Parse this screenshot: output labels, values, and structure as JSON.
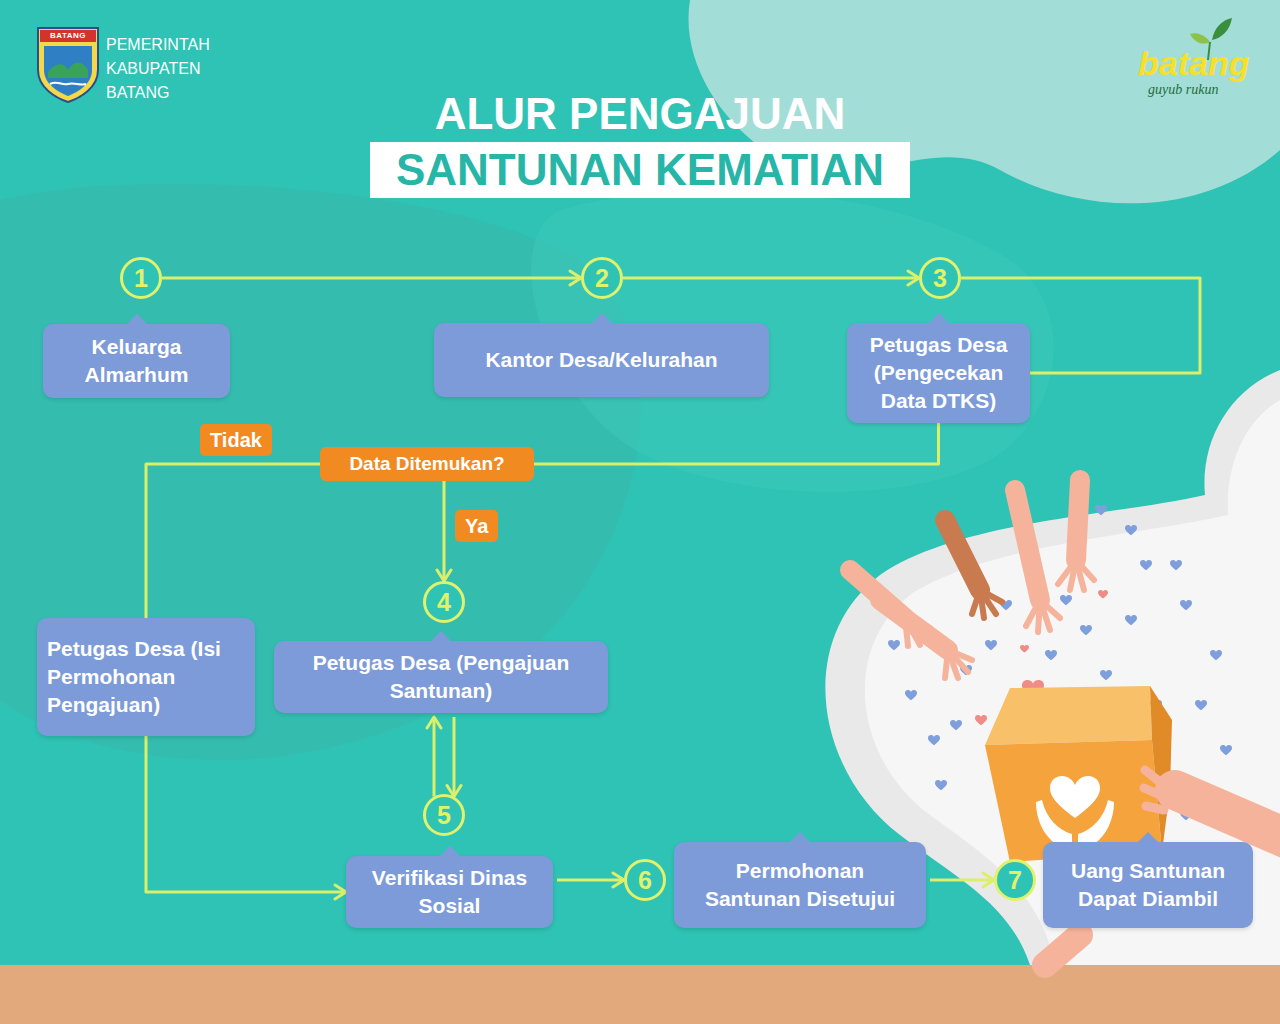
{
  "diagram": {
    "title": "ALUR PENGAJUAN SANTUNAN KEMATIAN",
    "nodes": [
      {
        "text": [
          "1"
        ]
      },
      {
        "text": [
          "Keluarga Almarhum"
        ]
      },
      {
        "text": [
          "2"
        ]
      },
      {
        "text": [
          "Kantor Desa/Kelurahan"
        ]
      },
      {
        "text": [
          "3"
        ]
      },
      {
        "text": [
          "Petugas Desa (Pengecekan Data DTKS)"
        ]
      },
      {
        "text": [
          "Data Ditemukan?"
        ]
      },
      {
        "text": [
          "Petugas Desa (Isi Permohonan Pengajuan)"
        ]
      },
      {
        "text": [
          "4"
        ]
      },
      {
        "text": [
          "Petugas Desa (Pengajuan Santunan)"
        ]
      },
      {
        "text": [
          "5"
        ]
      },
      {
        "text": [
          "Verifikasi Dinas Sosial"
        ]
      },
      {
        "text": [
          "6"
        ]
      },
      {
        "text": [
          "Permohonan Santunan Disetujui"
        ]
      },
      {
        "text": [
          "7"
        ]
      },
      {
        "text": [
          "Uang Santunan Dapat Diambil"
        ]
      }
    ],
    "edges": [
      {
        "from": 0,
        "to": 2,
        "arrow": "to"
      },
      {
        "from": 2,
        "to": 4,
        "arrow": "to"
      },
      {
        "from": 4,
        "to": 5,
        "arrow": "none"
      },
      {
        "from": 5,
        "to": 6,
        "arrow": "none"
      },
      {
        "from": 6,
        "to": 7,
        "label": "Tidak",
        "arrow": "none"
      },
      {
        "from": 6,
        "to": 8,
        "label": "Ya",
        "arrow": "to"
      },
      {
        "from": 9,
        "to": 10,
        "arrow": "to"
      },
      {
        "from": 10,
        "to": 9,
        "arrow": "to"
      },
      {
        "from": 7,
        "to": 11,
        "arrow": "to"
      },
      {
        "from": 11,
        "to": 12,
        "arrow": "to"
      },
      {
        "from": 13,
        "to": 14,
        "arrow": "to"
      }
    ],
    "labels": [
      "BATANG",
      "PEMERINTAH KABUPATEN BATANG",
      "batang",
      "guyub rukun"
    ]
  }
}
